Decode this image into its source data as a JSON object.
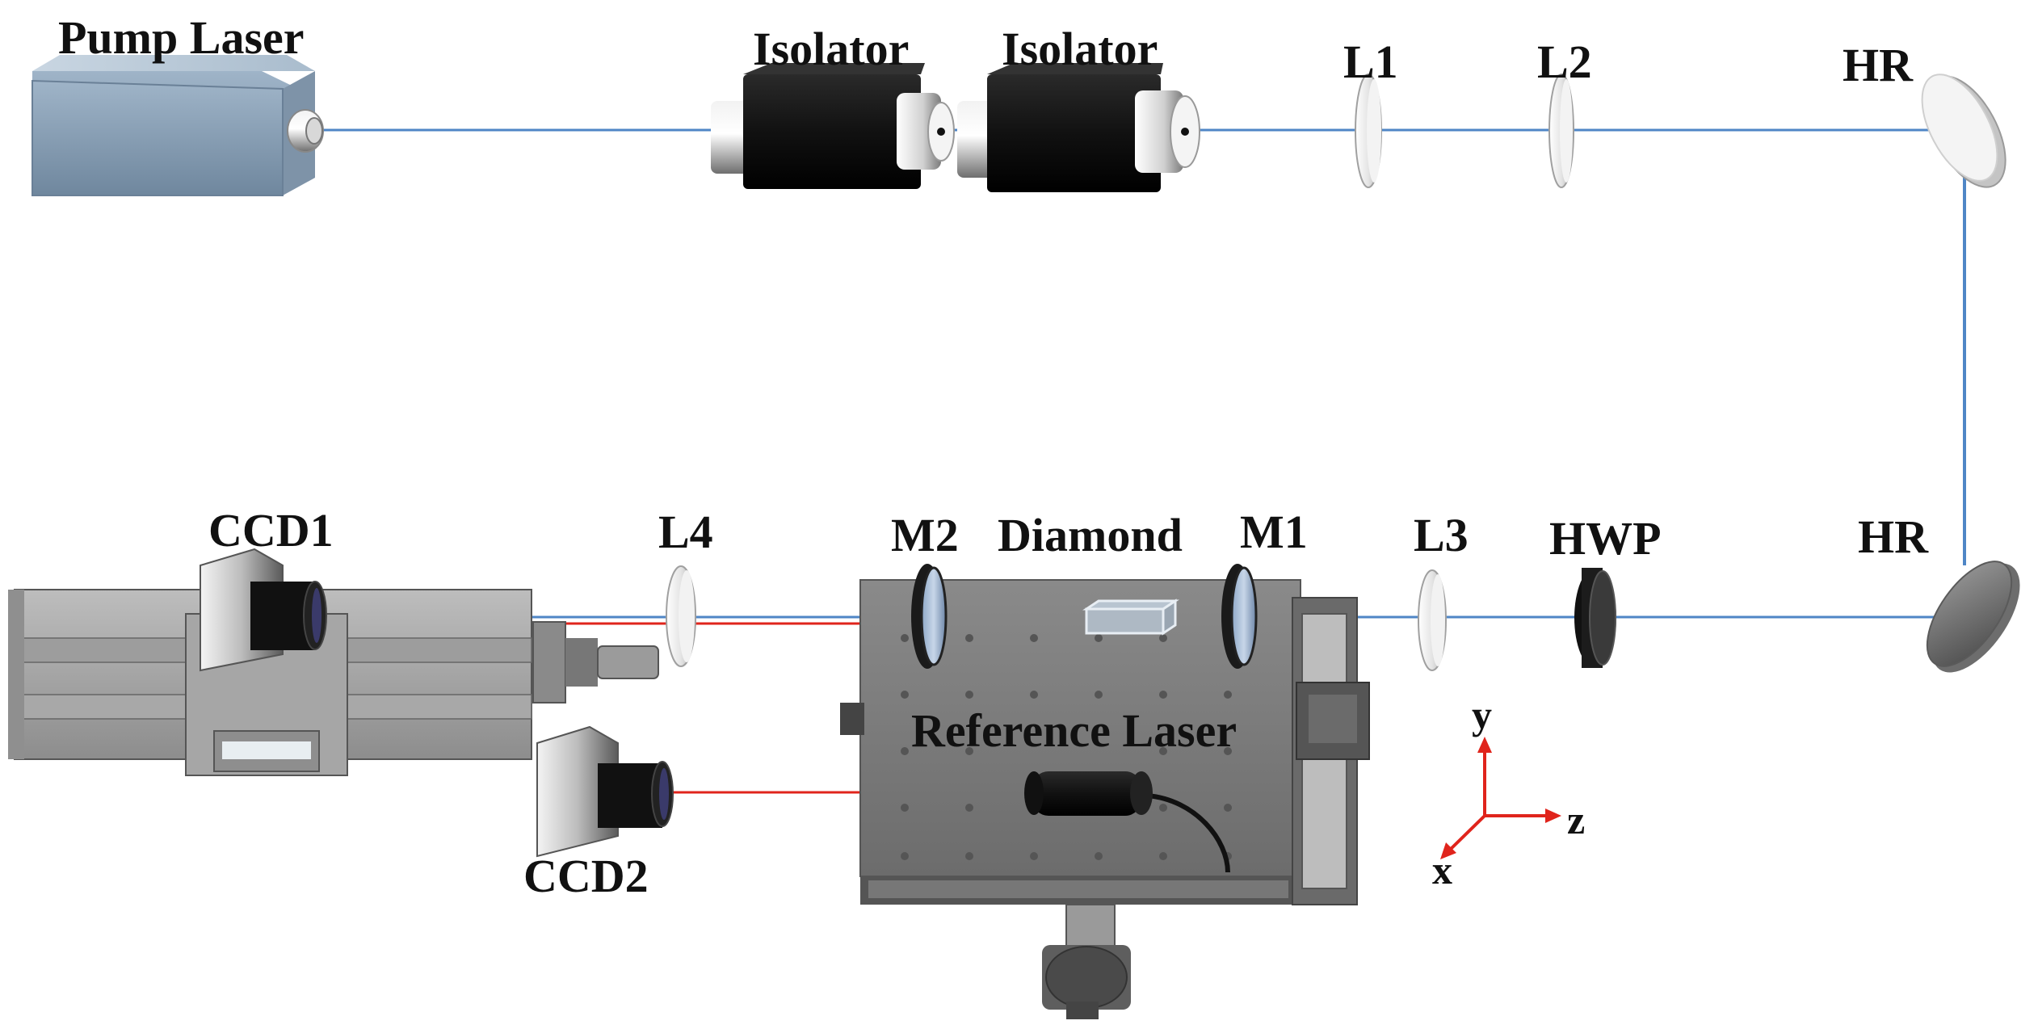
{
  "labels": {
    "pump_laser": "Pump Laser",
    "isolator_1": "Isolator",
    "isolator_2": "Isolator",
    "l1": "L1",
    "l2": "L2",
    "hr_top": "HR",
    "hr_bottom": "HR",
    "hwp": "HWP",
    "l3": "L3",
    "m1": "M1",
    "diamond": "Diamond",
    "m2": "M2",
    "l4": "L4",
    "ccd1": "CCD1",
    "ccd2": "CCD2",
    "reference_laser": "Reference Laser"
  },
  "axes": {
    "x": "x",
    "y": "y",
    "z": "z"
  },
  "colors": {
    "pump_beam": "#4f86c6",
    "reference_beam": "#e0241c",
    "axis_arrows": "#e0241c"
  }
}
